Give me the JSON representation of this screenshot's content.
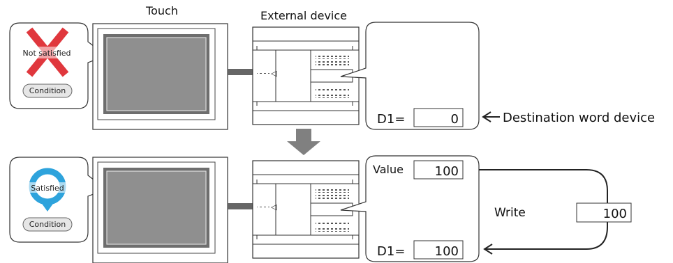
{
  "headers": {
    "touch": "Touch",
    "external_device": "External device"
  },
  "before": {
    "condition_state": "Not satisfied",
    "condition_button": "Condition",
    "d1_label": "D1=",
    "d1_value": "0",
    "destination_caption": "Destination word device"
  },
  "after": {
    "condition_state": "Satisfied",
    "condition_button": "Condition",
    "value_label": "Value",
    "value": "100",
    "d1_label": "D1=",
    "d1_value": "100",
    "write_label": "Write",
    "write_value": "100"
  },
  "colors": {
    "x_mark": "#e0373d",
    "check_circle": "#2ea3dc",
    "screen_gray": "#808080",
    "arrow_gray": "#808080"
  },
  "icons": {
    "not_satisfied": "x-mark-icon",
    "satisfied": "ring-check-icon",
    "transition": "down-arrow-icon"
  }
}
